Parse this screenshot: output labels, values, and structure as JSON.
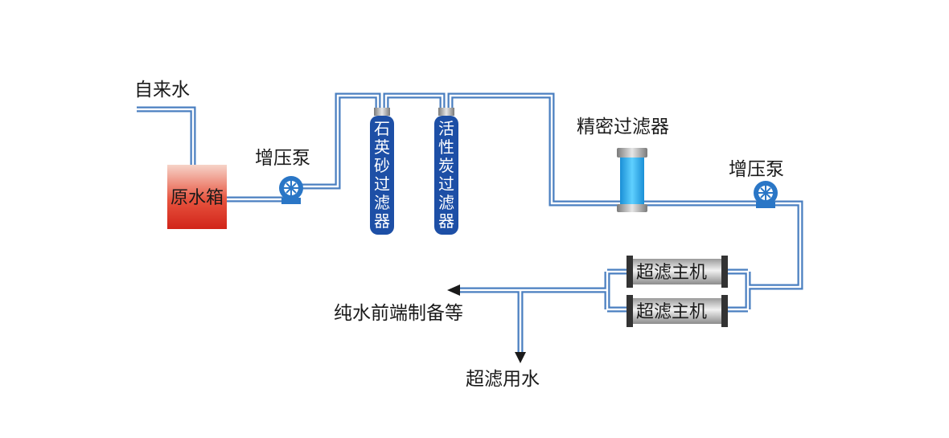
{
  "labels": {
    "tap_water": "自来水",
    "raw_tank": "原水箱",
    "pump1": "增压泵",
    "quartz_filter": "石英砂过滤器",
    "carbon_filter": "活性炭过滤器",
    "precision_filter": "精密过滤器",
    "pump2": "增压泵",
    "uf_host_1": "超滤主机",
    "uf_host_2": "超滤主机",
    "outlet_pure": "纯水前端制备等",
    "outlet_uf": "超滤用水"
  },
  "colors": {
    "pipe_outer": "#4a7fc0",
    "pipe_inner": "#ffffff",
    "tank_top": "#f7d2c6",
    "tank_bottom": "#d9281e",
    "vessel": "#1d4fa6",
    "precision": "#1fa4e6",
    "pump": "#2a76c6",
    "uf_body": "#c9c9c9"
  }
}
